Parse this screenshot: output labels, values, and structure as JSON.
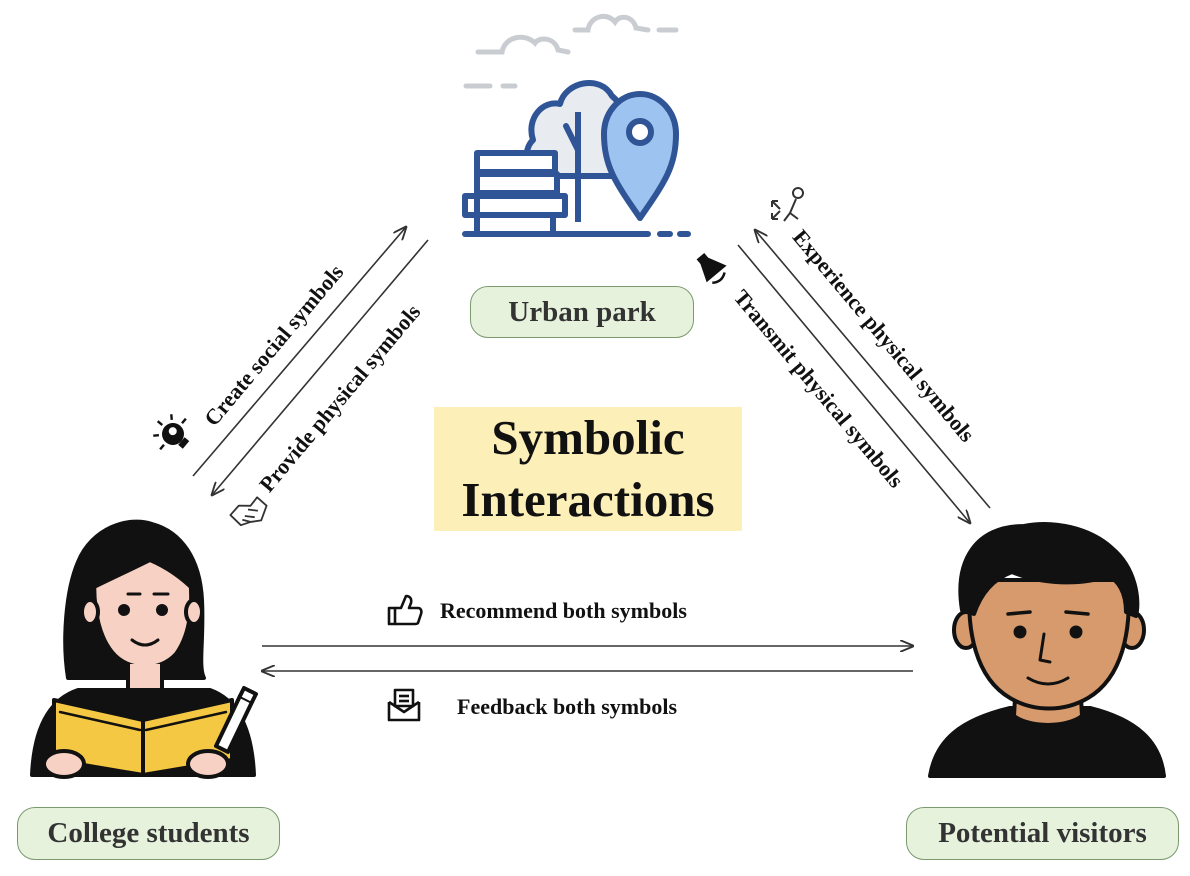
{
  "center": {
    "line1": "Symbolic",
    "line2": "Interactions"
  },
  "nodes": {
    "park": "Urban park",
    "students": "College students",
    "visitors": "Potential visitors"
  },
  "flows": {
    "create_social": "Create social symbols",
    "provide_physical": "Provide physical symbols",
    "experience_physical": "Experience physical symbols",
    "transmit_physical": "Transmit physical symbols",
    "recommend_both": "Recommend both symbols",
    "feedback_both": "Feedback both symbols"
  },
  "icons": {
    "park": "park-bench-tree-location-pin-icon",
    "students": "student-reading-book-icon",
    "visitors": "visitor-man-avatar-icon",
    "create_social": "lightbulb-head-icon",
    "provide_physical": "handshake-icon",
    "experience_physical": "person-arrows-icon",
    "transmit_physical": "megaphone-icon",
    "recommend_both": "thumbs-up-icon",
    "feedback_both": "envelope-feedback-icon"
  },
  "colors": {
    "node_fill": "#e6f2dc",
    "node_border": "#7a9a6e",
    "center_fill": "#fcefb8",
    "park_blue": "#2f5597",
    "pin_blue": "#9dc3f0",
    "tree_gray": "#e8ebf0",
    "skin_student": "#f7d2c4",
    "skin_visitor": "#d69a6c",
    "book_yellow": "#f5c843"
  }
}
